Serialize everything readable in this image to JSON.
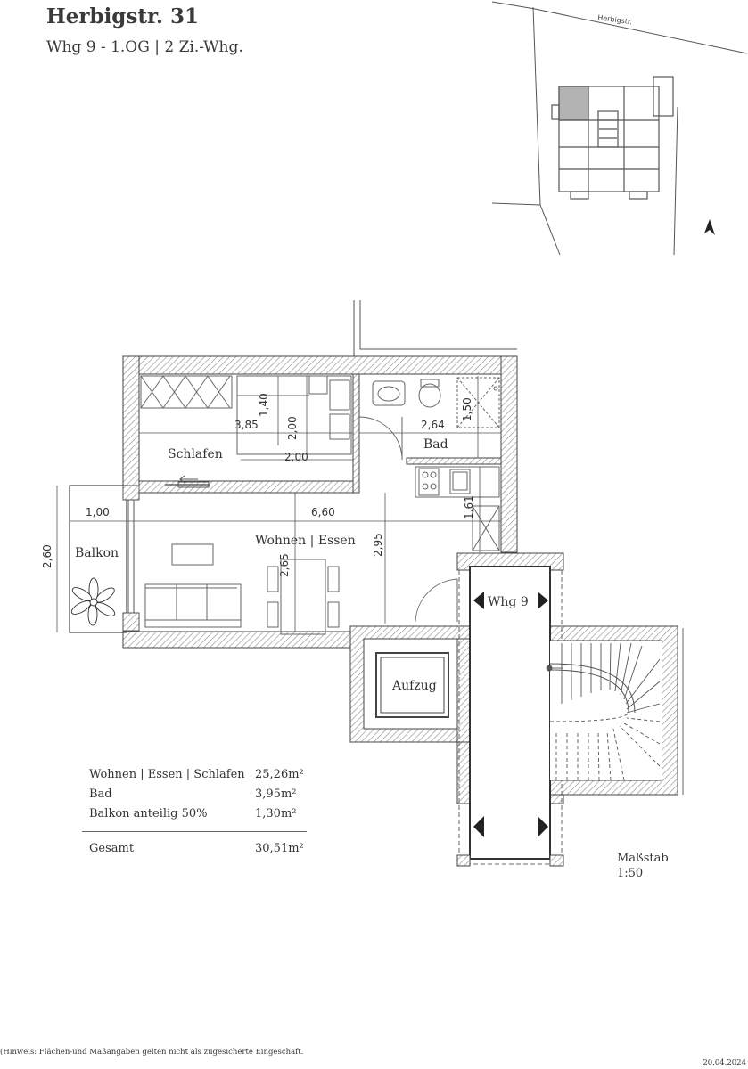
{
  "header": {
    "title": "Herbigstr. 31",
    "subtitle": "Whg 9 - 1.OG | 2 Zi.-Whg."
  },
  "site_plan": {
    "street": "Herbigstr."
  },
  "rooms": {
    "schlafen": "Schlafen",
    "bad": "Bad",
    "balkon": "Balkon",
    "wohnen": "Wohnen | Essen",
    "aufzug": "Aufzug",
    "unit": "Whg 9"
  },
  "dimensions": {
    "d385": "3,85",
    "d140": "1,40",
    "d200a": "2,00",
    "d200b": "2,00",
    "d264": "2,64",
    "d150": "1,50",
    "d100": "1,00",
    "d660": "6,60",
    "d161": "1,61",
    "d260": "2,60",
    "d295": "2,95",
    "d265": "2,65"
  },
  "areas": [
    {
      "label": "Wohnen | Essen | Schlafen",
      "value": "25,26m²"
    },
    {
      "label": "Bad",
      "value": "3,95m²"
    },
    {
      "label": "Balkon anteilig 50%",
      "value": "1,30m²"
    }
  ],
  "total": {
    "label": "Gesamt",
    "value": "30,51m²"
  },
  "scale": {
    "label": "Maßstab",
    "value": "1:50"
  },
  "footer": {
    "note": "(Hinweis: Flächen-und Maßangaben gelten nicht als zugesicherte Eingeschaft.",
    "date": "20.04.2024"
  },
  "colors": {
    "wall_hatch": "#b8b8b8",
    "line": "#444444",
    "highlight": "#b3b3b3"
  },
  "icons": [
    "north-arrow-icon",
    "plant-icon",
    "arrow-left-icon",
    "arrow-right-icon"
  ]
}
